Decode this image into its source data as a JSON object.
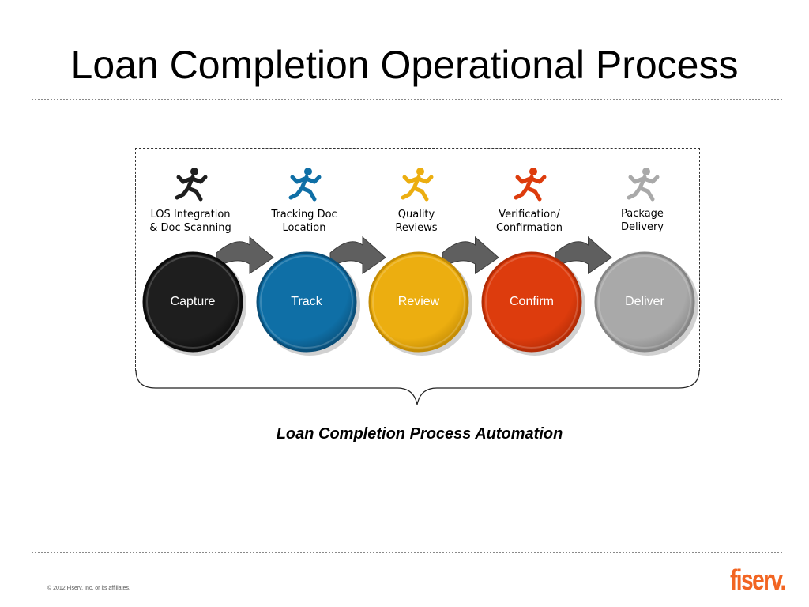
{
  "title": "Loan Completion Operational Process",
  "steps": [
    {
      "label_line1": "LOS Integration",
      "label_line2": "& Doc Scanning",
      "circle_label": "Capture",
      "color": "#1e1e1e",
      "color_dark": "#0a0a0a",
      "icon": "running-man-icon"
    },
    {
      "label_line1": "Tracking Doc",
      "label_line2": "Location",
      "circle_label": "Track",
      "color": "#0f6fa6",
      "color_dark": "#0a4f79",
      "icon": "running-man-icon"
    },
    {
      "label_line1": "Quality",
      "label_line2": "Reviews",
      "circle_label": "Review",
      "color": "#ecae10",
      "color_dark": "#c48c05",
      "icon": "running-man-icon"
    },
    {
      "label_line1": "Verification/",
      "label_line2": "Confirmation",
      "circle_label": "Confirm",
      "color": "#dd3c0d",
      "color_dark": "#b32c06",
      "icon": "running-man-icon"
    },
    {
      "label_line1": "Package",
      "label_line2": "Delivery",
      "circle_label": "Deliver",
      "color": "#a9a9a9",
      "color_dark": "#858585",
      "icon": "running-man-icon"
    }
  ],
  "caption": "Loan Completion Process Automation",
  "footer": {
    "copyright": "© 2012 Fiserv, Inc. or its affiliates.",
    "logo": "fiserv."
  },
  "colors": {
    "arrow": "#5f5f5f",
    "logo": "#f26522",
    "rule": "#8a8a8a"
  }
}
